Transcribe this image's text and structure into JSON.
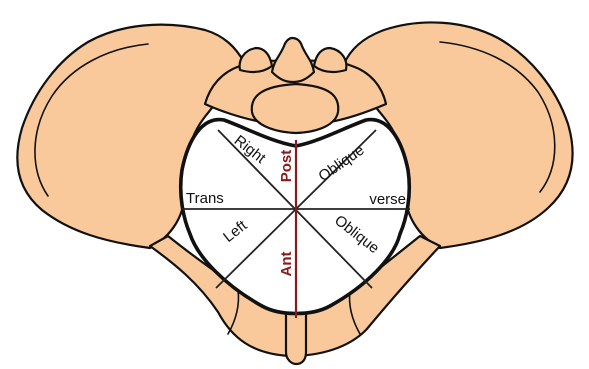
{
  "diagram": {
    "colors": {
      "bone": "#f9c99b",
      "outline": "#111111",
      "ap_line": "#8b1a1a"
    },
    "labels": {
      "right": "Right",
      "oblique_upper": "Oblique",
      "trans": "Trans",
      "verse": "verse",
      "left": "Left",
      "oblique_lower": "Oblique",
      "post": "Post",
      "ant": "Ant"
    }
  }
}
